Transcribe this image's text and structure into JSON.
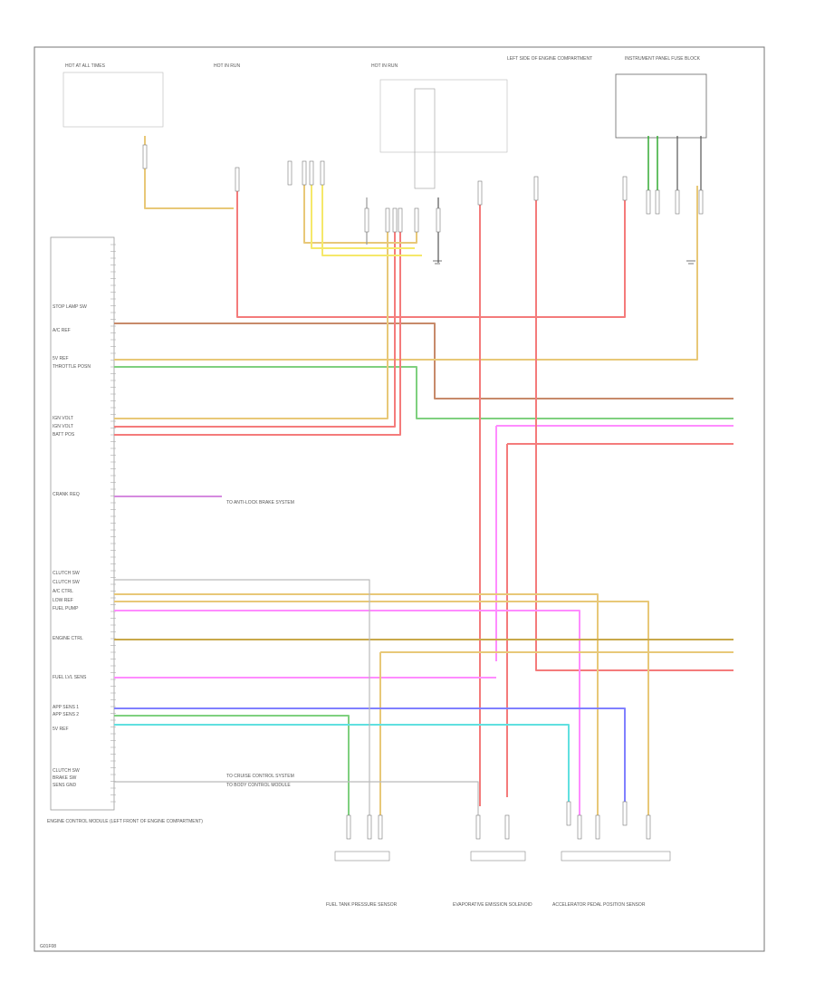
{
  "diagram": {
    "ecm_block_label": "ENGINE CONTROL MODULE (LEFT FRONT OF ENGINE COMPARTMENT)",
    "ecm_pin_labels": [
      "STOP LAMP SW",
      "A/C REF",
      "5V REF",
      "THROTTLE POSN",
      "IGN VOLT",
      "IGN VOLT",
      "BATT POS",
      "CRANK REQ",
      "CLUTCH SW",
      "CLUTCH SW",
      "A/C CTRL",
      "LOW REF",
      "FUEL PUMP",
      "ENGINE CTRL",
      "FUEL LVL SENS",
      "APP SENS 1",
      "APP SENS 2",
      "5V REF",
      "CLUTCH SW",
      "BRAKE SW",
      "SENS GND"
    ],
    "top_components": [
      "HOT AT ALL TIMES",
      "HOT IN RUN",
      "HOT IN RUN",
      "LEFT SIDE OF ENGINE COMPARTMENT",
      "INSTRUMENT PANEL FUSE BLOCK"
    ],
    "bottom_components": [
      "FUEL TANK PRESSURE SENSOR",
      "EVAPORATIVE EMISSION SOLENOID",
      "ACCELERATOR PEDAL POSITION SENSOR"
    ],
    "notes": [
      "TO ANTI-LOCK BRAKE SYSTEM",
      "TO CRUISE CONTROL SYSTEM",
      "TO BODY CONTROL MODULE"
    ],
    "page_ref": "G01F08"
  }
}
